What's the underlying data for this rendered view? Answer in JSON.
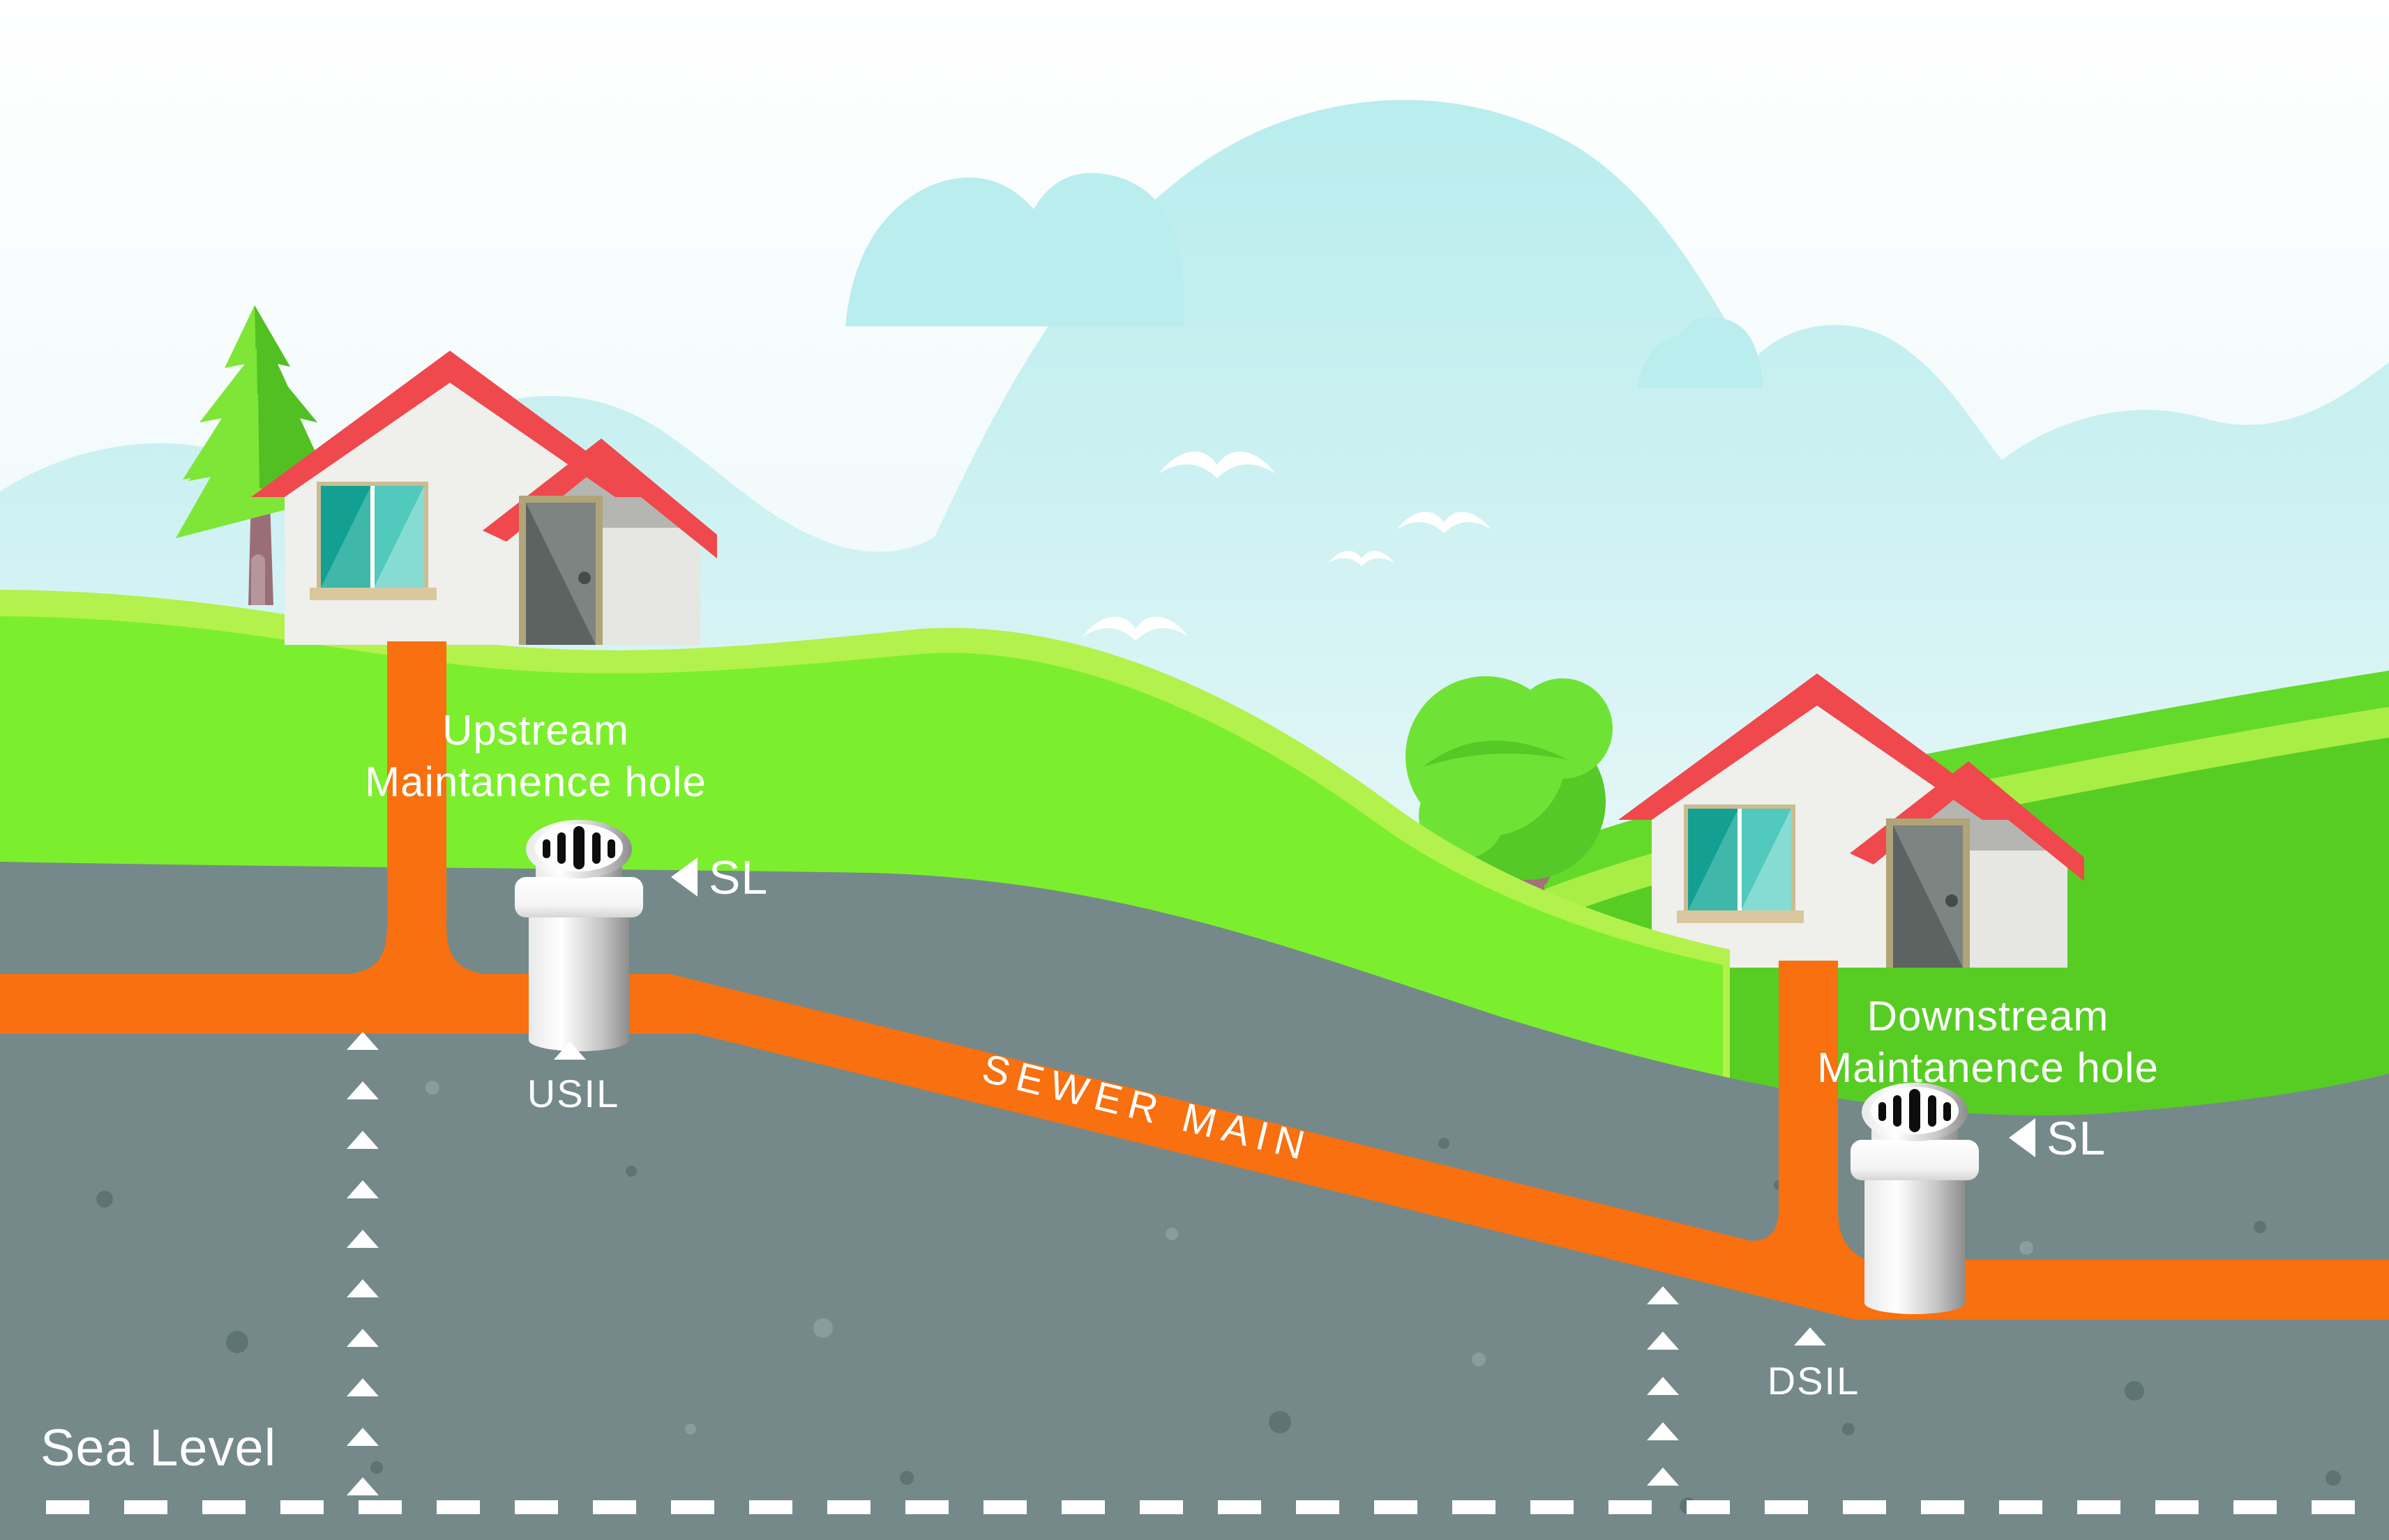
{
  "labels": {
    "upstream_line1": "Upstream",
    "upstream_line2": "Maintanence hole",
    "downstream_line1": "Downstream",
    "downstream_line2": "Maintanence hole",
    "sl_upstream": "SL",
    "sl_downstream": "SL",
    "usil": "USIL",
    "dsil": "DSIL",
    "sewer_main": "SEWER MAIN",
    "sea_level": "Sea Level"
  },
  "colors": {
    "sky_horizon": "#d9f2f4",
    "cloud": "#bdeef0",
    "hill_lime": "#b3f14c",
    "hill_green": "#7bef2d",
    "lawn_green": "#63da2a",
    "lawn_lime": "#a9ee45",
    "lawn_deep": "#57cd24",
    "ground_gray": "#75898a",
    "pipe_orange": "#f8700f",
    "roof_red": "#ef484d",
    "wall_white": "#efefec",
    "window_teal": "#13a092",
    "marker_white": "#ffffff"
  }
}
